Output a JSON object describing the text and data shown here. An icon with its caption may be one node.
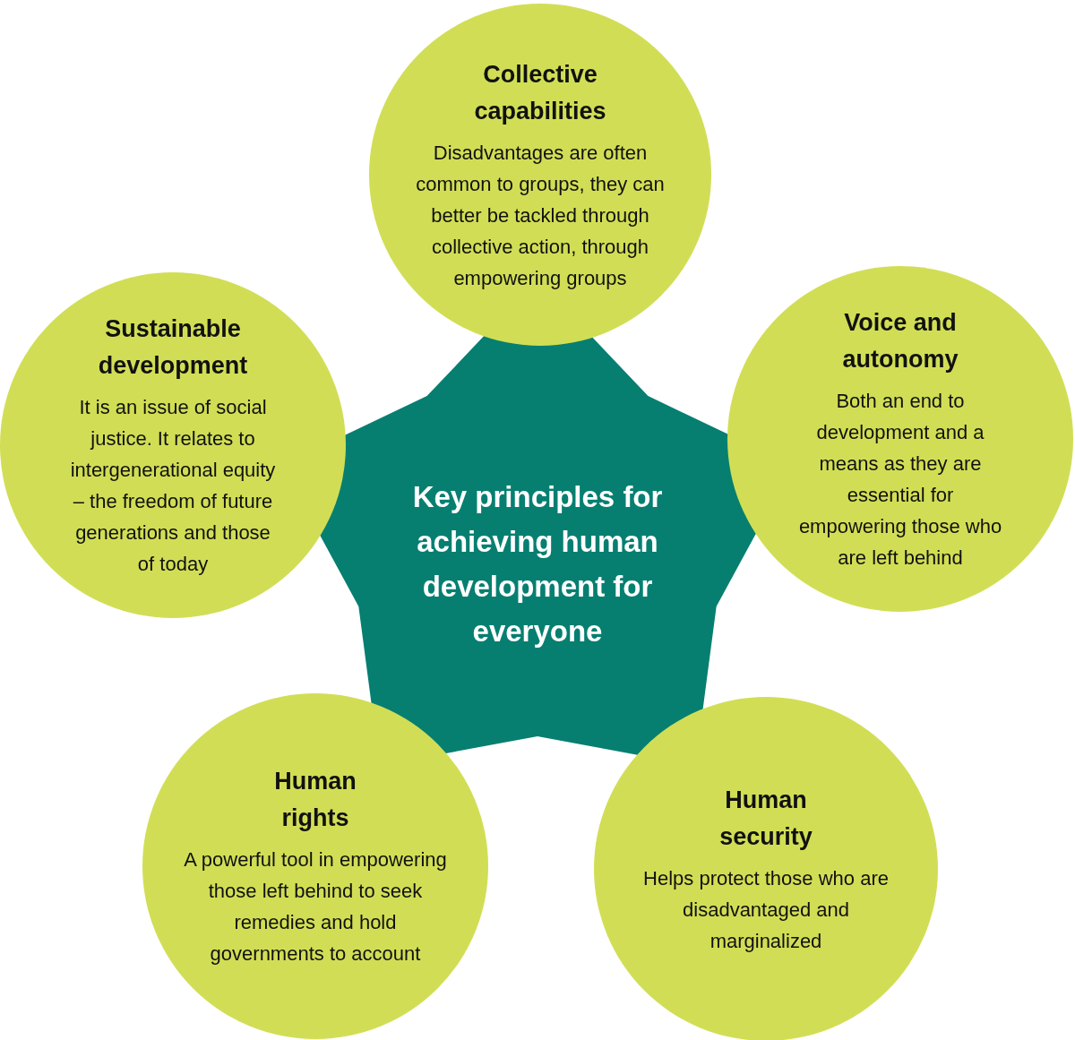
{
  "diagram": {
    "nodes": [
      {
        "text": [
          "Collective capabilities",
          "Disadvantages are often common to groups, they can better be tackled through collective action, through empowering groups"
        ]
      },
      {
        "text": [
          "Sustainable development",
          "It is an issue of social justice. It relates to intergenerational equity – the freedom of future generations and those of today"
        ]
      },
      {
        "text": [
          "Voice and autonomy",
          "Both an end to development and a means as they are essential for empowering those who are left behind"
        ]
      },
      {
        "text": [
          "Key principles for achieving human development for everyone"
        ]
      },
      {
        "text": [
          "Human rights",
          "A powerful tool in empowering those left behind to seek remedies and hold governments to account"
        ]
      },
      {
        "text": [
          "Human security",
          "Helps protect those who are disadvantaged and marginalized"
        ]
      }
    ]
  }
}
